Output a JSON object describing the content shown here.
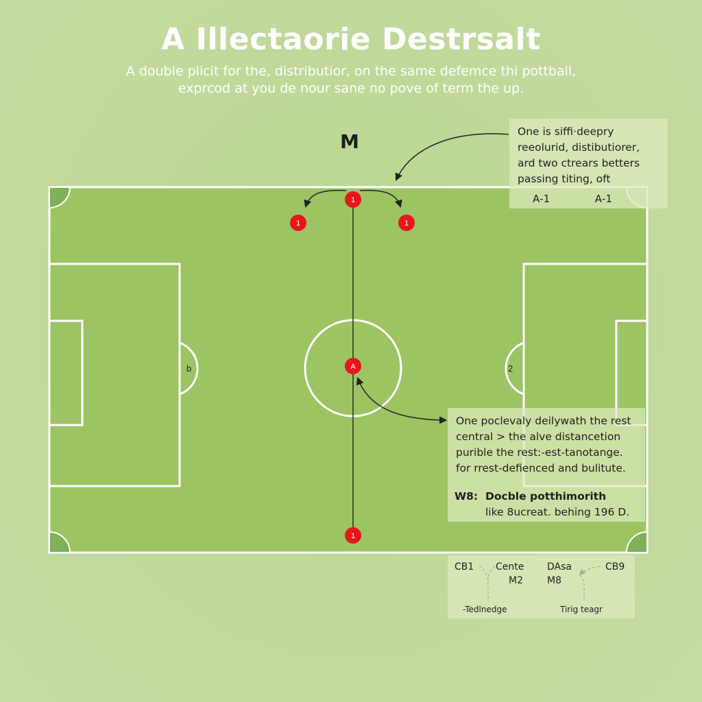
{
  "header": {
    "title": "A Illectaorie Destrsalt",
    "subtitle_lines": [
      "A double plicit for the, distributior, on the same defemce thi pottball,",
      "exprcod at you de nour sane no pove of term the up."
    ]
  },
  "pitch": {
    "top_label": "M",
    "left_mark": "b",
    "right_mark": "2",
    "colors": {
      "pitch": "#9dc462",
      "lines": "#ffffff",
      "player": "#e8161b",
      "corner": "#7fb05a"
    },
    "players": [
      {
        "id": "p-top",
        "label": "1"
      },
      {
        "id": "p-left",
        "label": "1"
      },
      {
        "id": "p-right",
        "label": "1"
      },
      {
        "id": "p-center",
        "label": "A"
      },
      {
        "id": "p-bottom",
        "label": "1"
      }
    ]
  },
  "notes": {
    "top": {
      "lines": [
        "One is siffi·deepry",
        "reeolurid, distibutiorer,",
        "ard two ctrears betters",
        "passing titing, oft"
      ],
      "codes": [
        "A‑1",
        "A‑1"
      ]
    },
    "middle": {
      "lines": [
        "One poclevaly deilywath the rest",
        "central > the alve distancetion",
        "purible the rest:-est-tanotange.",
        "for rrest-defienced and bulitute."
      ],
      "key_label": "W8:",
      "key_heading": "Docble potthimorith",
      "key_desc": "like 8ucreat. behing 196 D."
    },
    "bottom": {
      "cb_left": "CB1",
      "centre": "Cente",
      "m2": "M2",
      "dasa": "DAsa",
      "cb_right": "CB9",
      "m8": "M8",
      "foot_left": "-Tedlnedge",
      "foot_right": "Tirig teagr"
    }
  }
}
